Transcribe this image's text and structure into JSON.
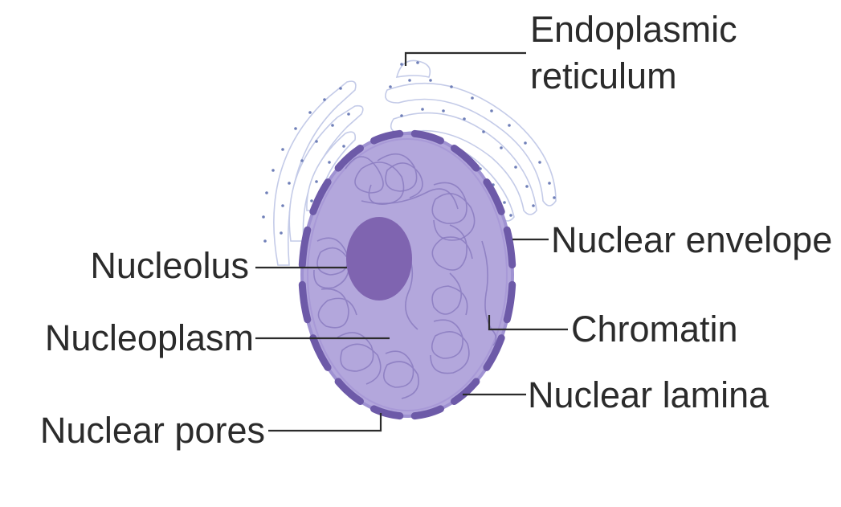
{
  "labels": {
    "endoplasmic_reticulum_line1": "Endoplasmic",
    "endoplasmic_reticulum_line2": "reticulum",
    "nuclear_envelope": "Nuclear envelope",
    "nucleolus": "Nucleolus",
    "chromatin": "Chromatin",
    "nucleoplasm": "Nucleoplasm",
    "nuclear_lamina": "Nuclear lamina",
    "nuclear_pores": "Nuclear pores"
  },
  "colors": {
    "nucleus_fill": "#b3a7dc",
    "nucleus_rim": "#9f92d2",
    "nucleolus": "#7f64b0",
    "envelope_segments": "#6d5aa8",
    "er_outline": "#c4cbe8",
    "ribosomes": "#6f7fb8",
    "label_text": "#2b2b2b"
  }
}
